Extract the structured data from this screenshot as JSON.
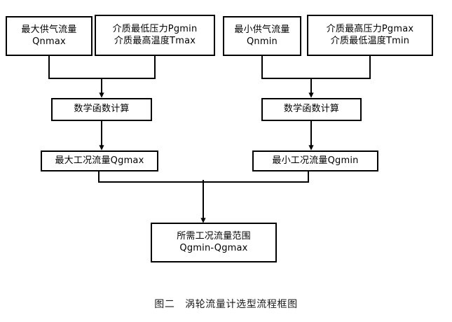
{
  "figure": {
    "caption": "图二　涡轮流量计选型流程框图",
    "line_color": "#000000",
    "box_border_color": "#000000",
    "background_color": "#ffffff"
  },
  "nodes": {
    "qnmax": {
      "line1": "最大供气流量",
      "line2": "Qnmax"
    },
    "pgmin_tmax": {
      "line1": "介质最低压力Pgmin",
      "line2": "介质最高温度Tmax"
    },
    "qnmin": {
      "line1": "最小供气流量",
      "line2": "Qnmin"
    },
    "pgmax_tmin": {
      "line1": "介质最高压力Pgmax",
      "line2": "介质最低温度Tmin"
    },
    "calc_left": {
      "line1": "数学函数计算"
    },
    "calc_right": {
      "line1": "数学函数计算"
    },
    "qgmax": {
      "line1": "最大工况流量Qgmax"
    },
    "qgmin": {
      "line1": "最小工况流量Qgmin"
    },
    "result": {
      "line1": "所需工况流量范围",
      "line2": "Qgmin-Qgmax"
    }
  },
  "chart_data": {
    "type": "diagram",
    "title": "图二　涡轮流量计选型流程框图",
    "diagram_kind": "flowchart",
    "direction": "top-to-bottom",
    "nodes": [
      {
        "id": "qnmax",
        "label": "最大供气流量 Qnmax",
        "row": 1,
        "column": 1
      },
      {
        "id": "pgmin_tmax",
        "label": "介质最低压力Pgmin 介质最高温度Tmax",
        "row": 1,
        "column": 2
      },
      {
        "id": "qnmin",
        "label": "最小供气流量 Qnmin",
        "row": 1,
        "column": 3
      },
      {
        "id": "pgmax_tmin",
        "label": "介质最高压力Pgmax 介质最低温度Tmin",
        "row": 1,
        "column": 4
      },
      {
        "id": "calc_left",
        "label": "数学函数计算",
        "row": 2,
        "column": 1
      },
      {
        "id": "calc_right",
        "label": "数学函数计算",
        "row": 2,
        "column": 2
      },
      {
        "id": "qgmax",
        "label": "最大工况流量Qgmax",
        "row": 3,
        "column": 1
      },
      {
        "id": "qgmin",
        "label": "最小工况流量Qgmin",
        "row": 3,
        "column": 2
      },
      {
        "id": "result",
        "label": "所需工况流量范围 Qgmin-Qgmax",
        "row": 4,
        "column": 1
      }
    ],
    "edges": [
      {
        "from": "qnmax",
        "to": "calc_left",
        "style": "merge-arrow"
      },
      {
        "from": "pgmin_tmax",
        "to": "calc_left",
        "style": "merge-arrow"
      },
      {
        "from": "qnmin",
        "to": "calc_right",
        "style": "merge-arrow"
      },
      {
        "from": "pgmax_tmin",
        "to": "calc_right",
        "style": "merge-arrow"
      },
      {
        "from": "calc_left",
        "to": "qgmax",
        "style": "arrow"
      },
      {
        "from": "calc_right",
        "to": "qgmin",
        "style": "arrow"
      },
      {
        "from": "qgmax",
        "to": "result",
        "style": "merge-arrow"
      },
      {
        "from": "qgmin",
        "to": "result",
        "style": "merge-arrow"
      }
    ]
  }
}
